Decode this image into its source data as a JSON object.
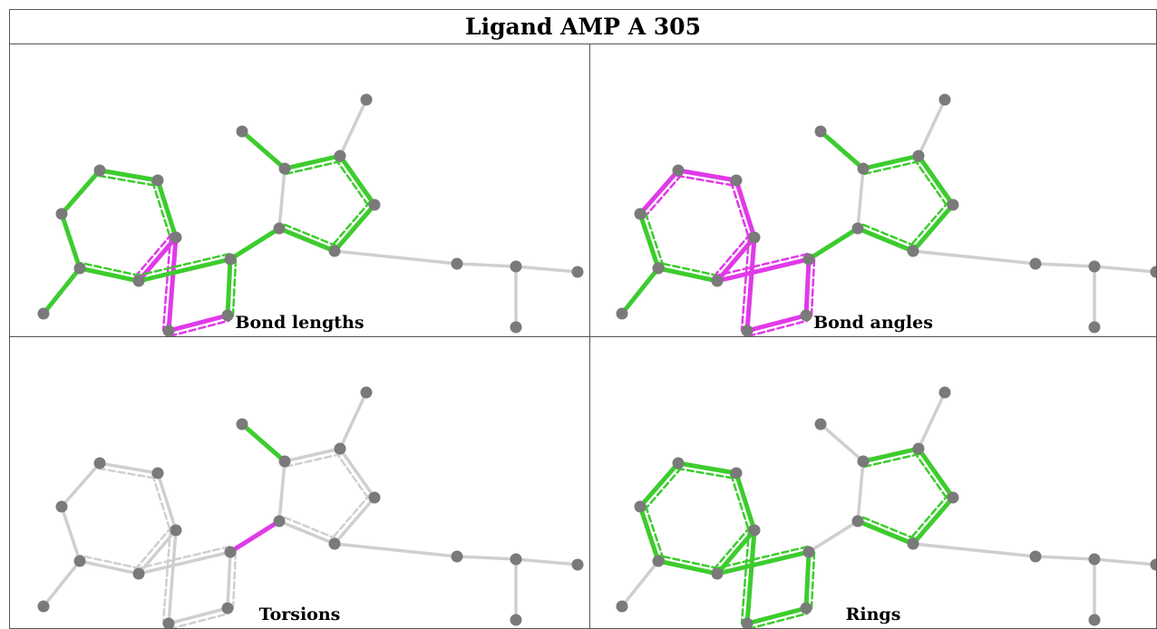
{
  "title": "Ligand AMP A 305",
  "colors": {
    "green": "#3dcc2e",
    "magenta": "#e03ae8",
    "gray": "#cfcfcf",
    "atom": "#7a7a7a"
  },
  "atoms": [
    "a1",
    "a2",
    "a3",
    "a4",
    "a5",
    "a6",
    "a7",
    "a8",
    "a9",
    "a10",
    "a11",
    "a12",
    "a13",
    "a14",
    "a15",
    "a16",
    "a17",
    "a18",
    "a19"
  ],
  "bonds": [
    [
      "a1",
      "a2"
    ],
    [
      "a2",
      "a3"
    ],
    [
      "a3",
      "a4"
    ],
    [
      "a4",
      "a5"
    ],
    [
      "a5",
      "a6"
    ],
    [
      "a6",
      "a1"
    ],
    [
      "a4",
      "a7"
    ],
    [
      "a7",
      "a8"
    ],
    [
      "a8",
      "a9"
    ],
    [
      "a9",
      "a5"
    ],
    [
      "a6",
      "a10"
    ],
    [
      "a9",
      "a11"
    ],
    [
      "a11",
      "a12"
    ],
    [
      "a12",
      "a13"
    ],
    [
      "a13",
      "a14"
    ],
    [
      "a14",
      "a15"
    ],
    [
      "a15",
      "a11"
    ],
    [
      "a12",
      "a16"
    ],
    [
      "a13",
      "a17"
    ],
    [
      "a15",
      "a18"
    ],
    [
      "a18",
      "a19"
    ]
  ],
  "panels": [
    {
      "caption": "Bond lengths",
      "bond_colors": [
        "green",
        "green",
        "green",
        "magenta",
        "green",
        "green",
        "magenta",
        "magenta",
        "green",
        "green",
        "green",
        "green",
        "gray",
        "green",
        "green",
        "green",
        "green",
        "green",
        "gray",
        "gray",
        "gray"
      ],
      "dashed": [
        0,
        1,
        1,
        1,
        1,
        0,
        1,
        1,
        1,
        1,
        0,
        0,
        0,
        1,
        1,
        1,
        1,
        0,
        0,
        0,
        0
      ]
    },
    {
      "caption": "Bond angles",
      "bond_colors": [
        "magenta",
        "magenta",
        "magenta",
        "magenta",
        "green",
        "green",
        "magenta",
        "magenta",
        "magenta",
        "magenta",
        "green",
        "green",
        "gray",
        "green",
        "green",
        "green",
        "green",
        "green",
        "gray",
        "gray",
        "gray"
      ],
      "dashed": [
        1,
        1,
        1,
        1,
        1,
        1,
        1,
        1,
        1,
        1,
        0,
        0,
        0,
        1,
        1,
        1,
        1,
        0,
        0,
        0,
        0
      ]
    },
    {
      "caption": "Torsions",
      "bond_colors": [
        "gray",
        "gray",
        "gray",
        "gray",
        "gray",
        "gray",
        "gray",
        "gray",
        "gray",
        "gray",
        "gray",
        "magenta",
        "gray",
        "gray",
        "gray",
        "gray",
        "gray",
        "green",
        "gray",
        "gray",
        "gray"
      ],
      "dashed": [
        0,
        1,
        1,
        1,
        1,
        0,
        1,
        1,
        1,
        1,
        0,
        0,
        0,
        1,
        1,
        1,
        1,
        0,
        0,
        0,
        0
      ]
    },
    {
      "caption": "Rings",
      "bond_colors": [
        "green",
        "green",
        "green",
        "green",
        "green",
        "green",
        "green",
        "green",
        "green",
        "green",
        "gray",
        "gray",
        "gray",
        "green",
        "green",
        "green",
        "green",
        "gray",
        "gray",
        "gray",
        "gray"
      ],
      "dashed": [
        1,
        1,
        1,
        1,
        1,
        1,
        1,
        1,
        1,
        1,
        0,
        0,
        0,
        1,
        1,
        1,
        1,
        0,
        0,
        0,
        0
      ]
    }
  ]
}
